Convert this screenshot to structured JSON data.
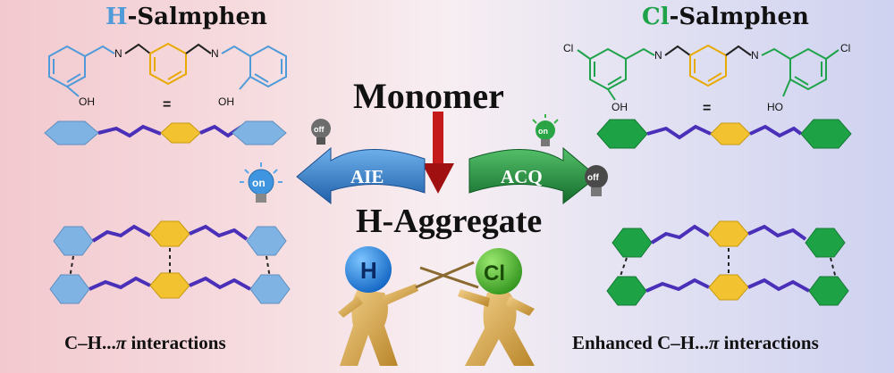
{
  "left_panel": {
    "symbol": "H",
    "suffix": "-Salmphen",
    "oh_label": "OH",
    "n_label": "N",
    "caption_prefix": "C–H...",
    "caption_pi": "π",
    "caption_suffix": " interactions",
    "arrow_label": "AIE",
    "bulb_top_label": "off",
    "bulb_side_label": "on",
    "hex_color": "#8ec1ea",
    "chain_color": "#4a2fb8",
    "ring_color": "#f2c230"
  },
  "right_panel": {
    "symbol": "Cl",
    "suffix": "-Salmphen",
    "oh_label": "OH",
    "ho_label": "HO",
    "cl_label": "Cl",
    "n_label": "N",
    "caption_prefix": "Enhanced C–H...",
    "caption_pi": "π",
    "caption_suffix": " interactions",
    "arrow_label": "ACQ",
    "bulb_top_label": "on",
    "bulb_side_label": "off",
    "hex_color": "#27b24a",
    "chain_color": "#4a2fb8",
    "ring_color": "#f2c230"
  },
  "center": {
    "top_label": "Monomer",
    "bottom_label": "H-Aggregate",
    "equals_sign": "=",
    "left_ball_label": "H",
    "right_ball_label": "Cl",
    "arrow_color": "#c41a1a"
  }
}
